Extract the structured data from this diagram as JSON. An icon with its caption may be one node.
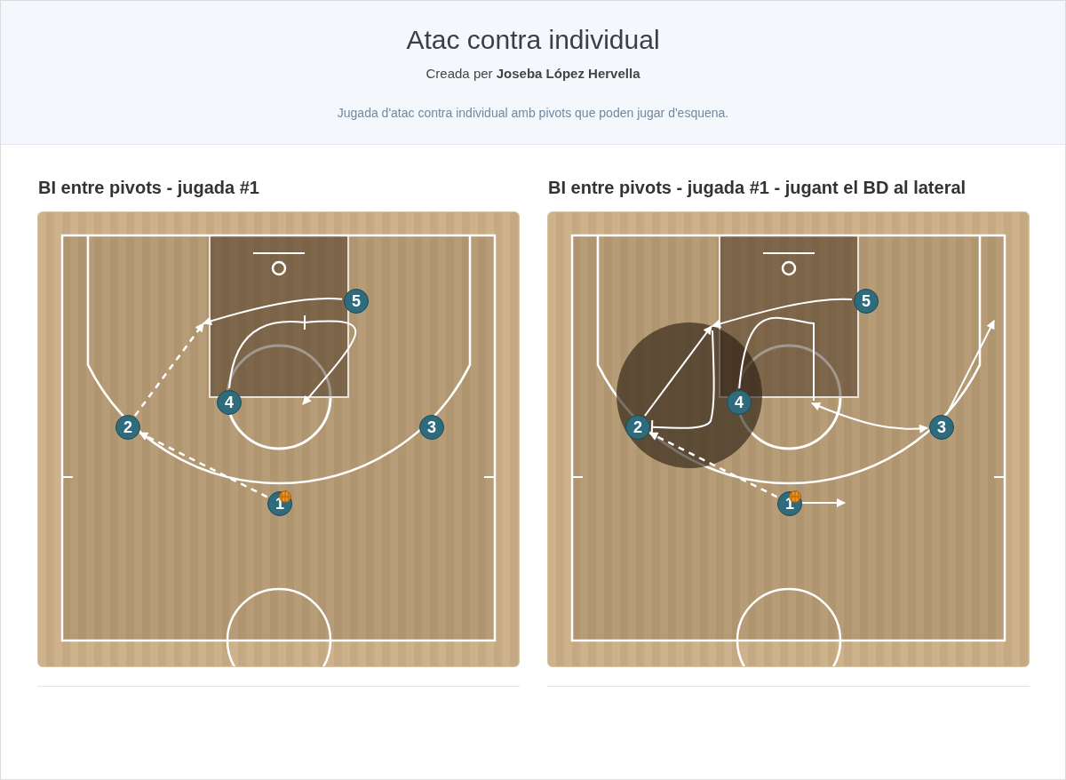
{
  "diagram": {
    "title": "Atac contra individual",
    "nodes": [
      {
        "text": [
          "BI entre pivots - jugada #1"
        ]
      },
      {
        "text": [
          "1"
        ],
        "in": 0
      },
      {
        "text": [
          "2"
        ],
        "in": 0
      },
      {
        "text": [
          "3"
        ],
        "in": 0
      },
      {
        "text": [
          "4"
        ],
        "in": 0
      },
      {
        "text": [
          "5"
        ],
        "in": 0
      },
      {
        "text": [
          "BI entre pivots - jugada #1 - jugant el BD al lateral"
        ]
      },
      {
        "text": [
          "1"
        ],
        "in": 6
      },
      {
        "text": [
          "2"
        ],
        "in": 6
      },
      {
        "text": [
          "3"
        ],
        "in": 6
      },
      {
        "text": [
          "4"
        ],
        "in": 6
      },
      {
        "text": [
          "5"
        ],
        "in": 6
      }
    ],
    "edges": [
      {
        "from": 1,
        "to": 2,
        "arrow": "to",
        "style": "dashed"
      },
      {
        "from": 2,
        "to": null,
        "arrow": "to",
        "style": "dashed"
      },
      {
        "from": 5,
        "to": null,
        "arrow": "to"
      },
      {
        "from": 4,
        "to": null,
        "arrow": "to"
      },
      {
        "from": 7,
        "to": 8,
        "arrow": "to",
        "style": "dashed"
      },
      {
        "from": 7,
        "to": null,
        "arrow": "to"
      },
      {
        "from": 11,
        "to": null,
        "arrow": "to"
      },
      {
        "from": 8,
        "to": null,
        "arrow": "to"
      },
      {
        "from": null,
        "to": 8,
        "arrow": "other"
      },
      {
        "from": 10,
        "to": null,
        "arrow": "none"
      },
      {
        "from": 9,
        "to": null,
        "arrow": "both"
      },
      {
        "from": 9,
        "to": null,
        "arrow": "to"
      }
    ],
    "labels": [
      "Creada per **Joseba López Hervella**",
      "Jugada d'atac contra individual amb pivots que poden jugar d'esquena."
    ]
  }
}
